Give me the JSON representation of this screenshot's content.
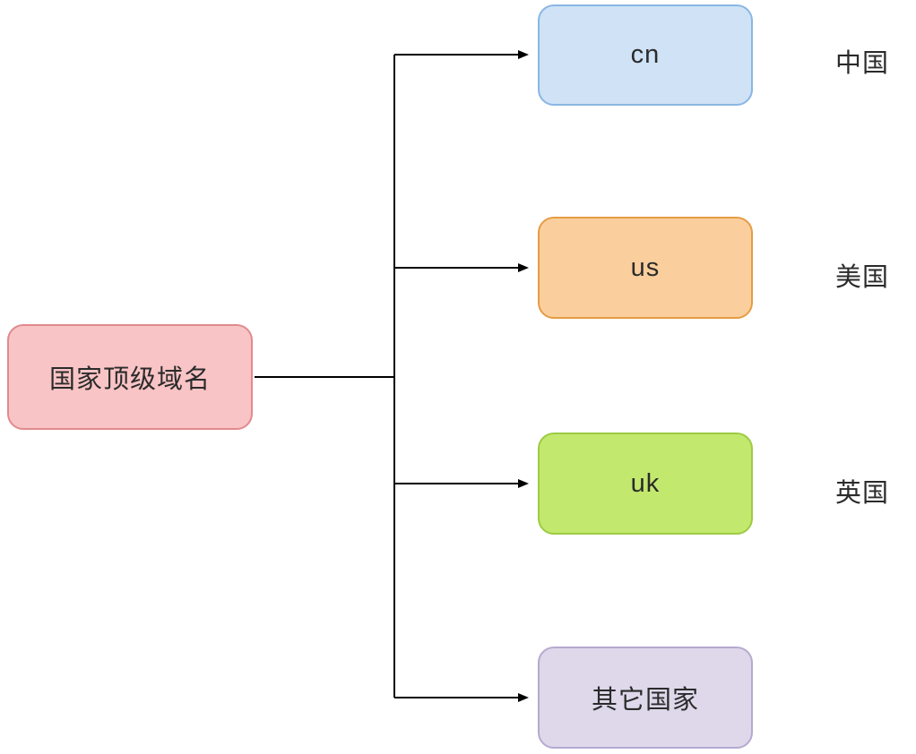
{
  "diagram": {
    "title": "country top-level domains tree",
    "root": {
      "label": "国家顶级域名",
      "fill": "#f9c4c6",
      "border": "#e08a8e"
    },
    "nodes": [
      {
        "id": "cn",
        "label": "cn",
        "annotation": "中国",
        "fill": "#cfe2f6",
        "border": "#8ab6e3"
      },
      {
        "id": "us",
        "label": "us",
        "annotation": "美国",
        "fill": "#fbcf9d",
        "border": "#e59c45"
      },
      {
        "id": "uk",
        "label": "uk",
        "annotation": "英国",
        "fill": "#c3e86e",
        "border": "#9ccb43"
      },
      {
        "id": "other",
        "label": "其它国家",
        "annotation": "",
        "fill": "#ded8ea",
        "border": "#b5aacf"
      }
    ],
    "connector_color": "#000000"
  }
}
